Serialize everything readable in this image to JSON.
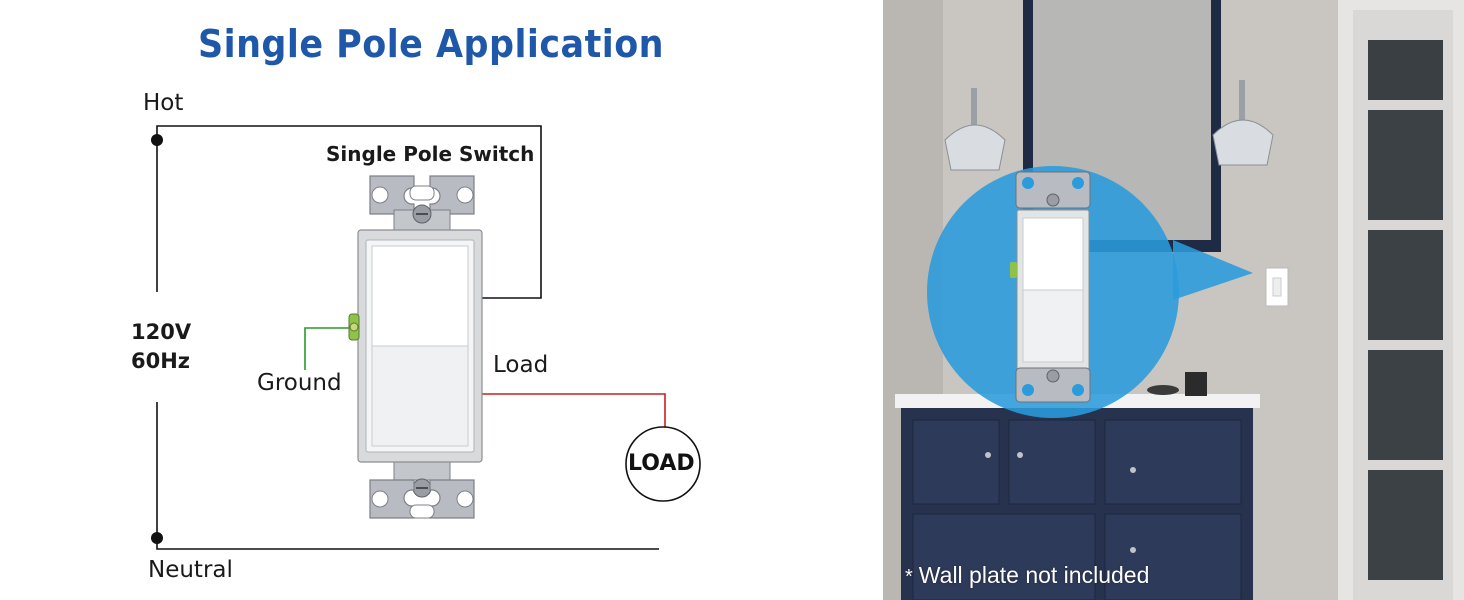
{
  "diagram": {
    "title": "Single Pole Application",
    "labels": {
      "hot": "Hot",
      "switch": "Single Pole Switch",
      "voltage_line1": "120V",
      "voltage_line2": "60Hz",
      "ground": "Ground",
      "load_wire": "Load",
      "neutral": "Neutral",
      "load_box": "LOAD"
    },
    "colors": {
      "title": "#1f58a8",
      "hot_wire": "#111111",
      "ground_wire": "#2a9a2a",
      "load_wire": "#cc1f1f",
      "neutral_wire": "#111111",
      "switch_strap": "#b8bcc2",
      "switch_body": "#ffffff"
    },
    "icons": [
      "single-pole-switch-icon",
      "ground-screw-icon",
      "load-circle-icon"
    ]
  },
  "photo": {
    "scene": "bathroom-vanity-photo",
    "note_symbol": "*",
    "note": "Wall plate not included",
    "colors": {
      "wall": "#c9c6c2",
      "vanity": "#27324e",
      "callout": "#2a9bdc"
    }
  }
}
